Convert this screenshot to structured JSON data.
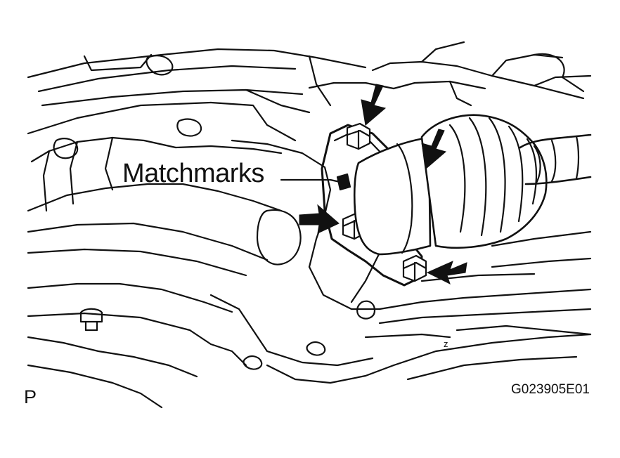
{
  "labels": {
    "callout": "Matchmarks",
    "view": "P",
    "figure_code": "G023905E01",
    "marker": "z"
  },
  "colors": {
    "line": "#111111",
    "background": "#ffffff"
  },
  "icons": [
    "arrow-icon"
  ]
}
